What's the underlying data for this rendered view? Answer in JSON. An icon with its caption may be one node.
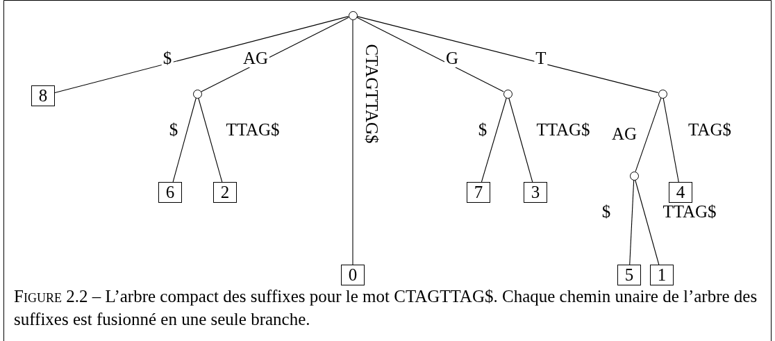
{
  "diagram": {
    "caption": "Figure 2.2 – L’arbre compact des suffixes pour le mot CTAGTTAG$. Chaque chemin unaire de l’arbre des suffixes est fusionné en une seule branche.",
    "nodes": [
      {
        "text": [],
        "shape": "circle"
      },
      {
        "text": [
          "8"
        ]
      },
      {
        "text": [],
        "shape": "circle"
      },
      {
        "text": [
          "6"
        ]
      },
      {
        "text": [
          "2"
        ]
      },
      {
        "text": [
          "0"
        ]
      },
      {
        "text": [],
        "shape": "circle"
      },
      {
        "text": [
          "7"
        ]
      },
      {
        "text": [
          "3"
        ]
      },
      {
        "text": [],
        "shape": "circle"
      },
      {
        "text": [],
        "shape": "circle"
      },
      {
        "text": [
          "4"
        ]
      },
      {
        "text": [
          "5"
        ]
      },
      {
        "text": [
          "1"
        ]
      }
    ],
    "edges": [
      {
        "from": 0,
        "to": 1,
        "arrow": "none",
        "label": "$"
      },
      {
        "from": 0,
        "to": 2,
        "arrow": "none",
        "label": "AG"
      },
      {
        "from": 0,
        "to": 5,
        "arrow": "none",
        "label": "CTAGTTAG$"
      },
      {
        "from": 0,
        "to": 6,
        "arrow": "none",
        "label": "G"
      },
      {
        "from": 0,
        "to": 9,
        "arrow": "none",
        "label": "T"
      },
      {
        "from": 2,
        "to": 3,
        "arrow": "none",
        "label": "$"
      },
      {
        "from": 2,
        "to": 4,
        "arrow": "none",
        "label": "TTAG$"
      },
      {
        "from": 6,
        "to": 7,
        "arrow": "none",
        "label": "$"
      },
      {
        "from": 6,
        "to": 8,
        "arrow": "none",
        "label": "TTAG$"
      },
      {
        "from": 9,
        "to": 10,
        "arrow": "none",
        "label": "AG"
      },
      {
        "from": 9,
        "to": 11,
        "arrow": "none",
        "label": "TAG$"
      },
      {
        "from": 10,
        "to": 12,
        "arrow": "none",
        "label": "$"
      },
      {
        "from": 10,
        "to": 13,
        "arrow": "none",
        "label": "TTAG$"
      }
    ]
  }
}
